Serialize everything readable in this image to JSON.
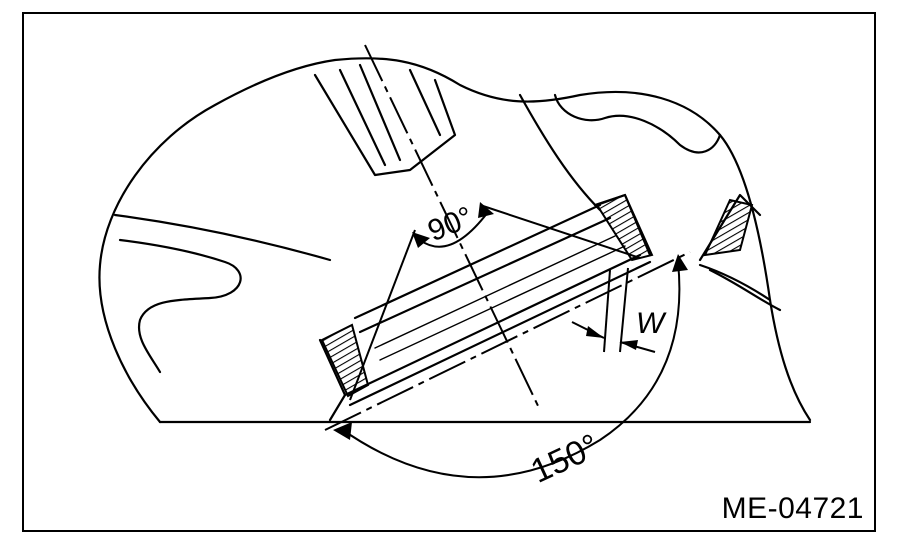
{
  "figure": {
    "code": "ME-04721",
    "labels": {
      "angle_top": "90°",
      "angle_bottom": "150°",
      "width": "W"
    }
  },
  "colors": {
    "line": "#000000",
    "background": "#ffffff"
  }
}
